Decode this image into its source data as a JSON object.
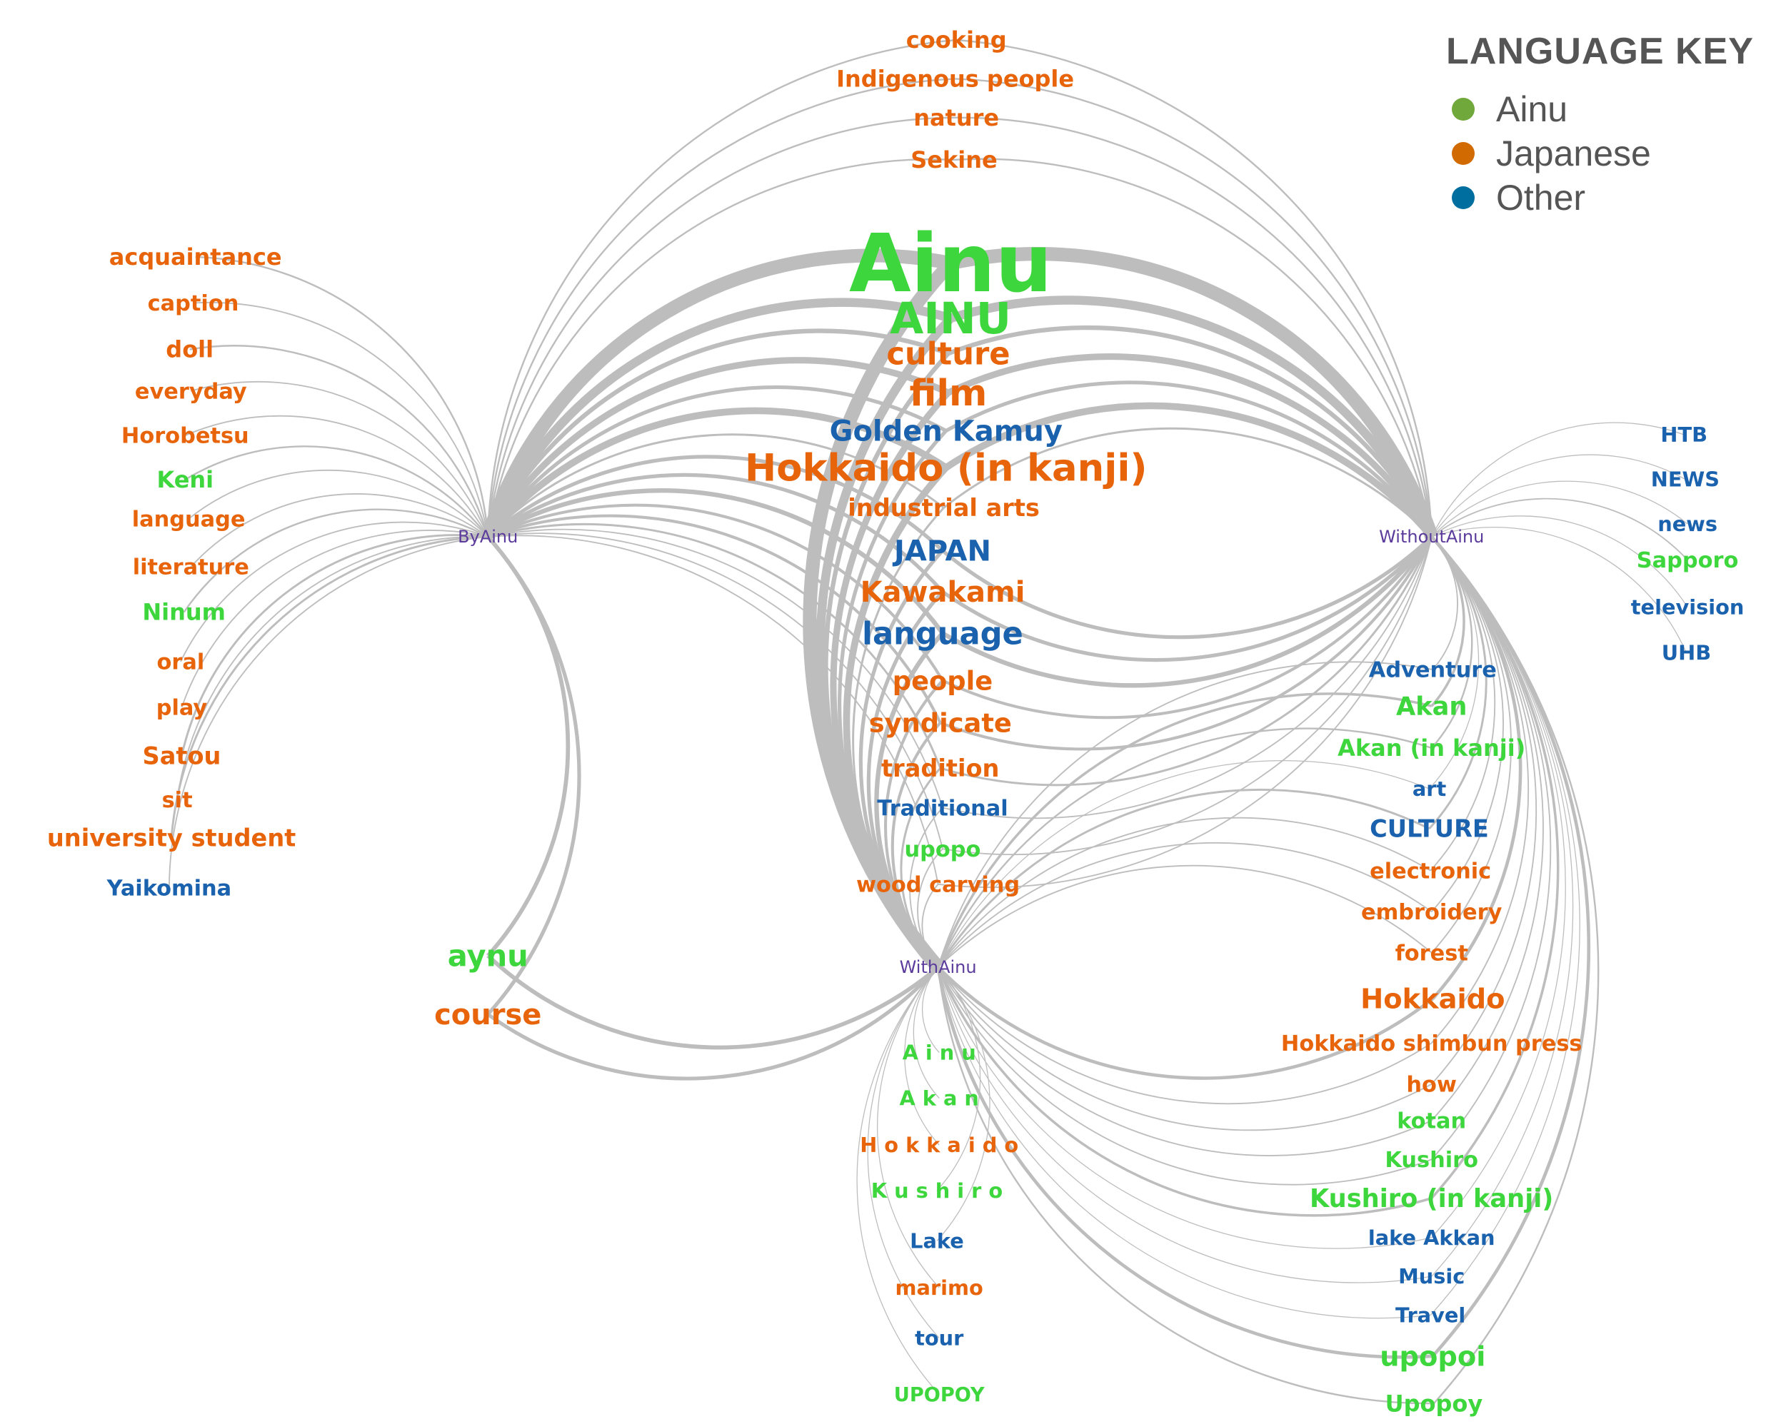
{
  "legend": {
    "title": "LANGUAGE KEY",
    "items": [
      {
        "label": "Ainu",
        "color": "#70a83c"
      },
      {
        "label": "Japanese",
        "color": "#d16a00"
      },
      {
        "label": "Other",
        "color": "#006e9e"
      }
    ]
  },
  "colors": {
    "Ainu": "#3dd63d",
    "Japanese": "#e8640a",
    "Other": "#1a62ad",
    "edge": "#bdbdbd"
  },
  "hubs": [
    "ByAinu",
    "WithoutAinu",
    "WithAinu"
  ],
  "nodes": [
    {
      "label": "cooking",
      "lang": "Japanese",
      "hubs": [
        0,
        1
      ]
    },
    {
      "label": "Indigenous people",
      "lang": "Japanese",
      "hubs": [
        0,
        1
      ]
    },
    {
      "label": "nature",
      "lang": "Japanese",
      "hubs": [
        0,
        1
      ]
    },
    {
      "label": "Sekine",
      "lang": "Japanese",
      "hubs": [
        0,
        1
      ]
    },
    {
      "label": "Ainu",
      "lang": "Ainu",
      "hubs": [
        0,
        1,
        2
      ]
    },
    {
      "label": "AINU",
      "lang": "Ainu",
      "hubs": [
        0,
        1,
        2
      ]
    },
    {
      "label": "culture",
      "lang": "Japanese",
      "hubs": [
        0,
        1,
        2
      ]
    },
    {
      "label": "film",
      "lang": "Japanese",
      "hubs": [
        0,
        1,
        2
      ]
    },
    {
      "label": "Golden Kamuy",
      "lang": "Other",
      "hubs": [
        0,
        1,
        2
      ]
    },
    {
      "label": "Hokkaido (in kanji)",
      "lang": "Japanese",
      "hubs": [
        0,
        1,
        2
      ]
    },
    {
      "label": "industrial arts",
      "lang": "Japanese",
      "hubs": [
        0,
        1,
        2
      ]
    },
    {
      "label": "JAPAN",
      "lang": "Other",
      "hubs": [
        0,
        1,
        2
      ]
    },
    {
      "label": "Kawakami",
      "lang": "Japanese",
      "hubs": [
        0,
        1,
        2
      ]
    },
    {
      "label": "language",
      "lang": "Other",
      "hubs": [
        0,
        1,
        2
      ]
    },
    {
      "label": "people",
      "lang": "Japanese",
      "hubs": [
        0,
        1,
        2
      ]
    },
    {
      "label": "syndicate",
      "lang": "Japanese",
      "hubs": [
        0,
        1,
        2
      ]
    },
    {
      "label": "tradition",
      "lang": "Japanese",
      "hubs": [
        0,
        1,
        2
      ]
    },
    {
      "label": "Traditional",
      "lang": "Other",
      "hubs": [
        0,
        1,
        2
      ]
    },
    {
      "label": "upopo",
      "lang": "Ainu",
      "hubs": [
        0,
        1,
        2
      ]
    },
    {
      "label": "wood carving",
      "lang": "Japanese",
      "hubs": [
        0,
        1,
        2
      ]
    },
    {
      "label": "acquaintance",
      "lang": "Japanese",
      "hubs": [
        0
      ]
    },
    {
      "label": "caption",
      "lang": "Japanese",
      "hubs": [
        0
      ]
    },
    {
      "label": "doll",
      "lang": "Japanese",
      "hubs": [
        0
      ]
    },
    {
      "label": "everyday",
      "lang": "Japanese",
      "hubs": [
        0
      ]
    },
    {
      "label": "Horobetsu",
      "lang": "Japanese",
      "hubs": [
        0
      ]
    },
    {
      "label": "Keni",
      "lang": "Ainu",
      "hubs": [
        0
      ]
    },
    {
      "label": "language",
      "lang": "Japanese",
      "hubs": [
        0
      ]
    },
    {
      "label": "literature",
      "lang": "Japanese",
      "hubs": [
        0
      ]
    },
    {
      "label": "Ninum",
      "lang": "Ainu",
      "hubs": [
        0
      ]
    },
    {
      "label": "oral",
      "lang": "Japanese",
      "hubs": [
        0
      ]
    },
    {
      "label": "play",
      "lang": "Japanese",
      "hubs": [
        0
      ]
    },
    {
      "label": "Satou",
      "lang": "Japanese",
      "hubs": [
        0
      ]
    },
    {
      "label": "sit",
      "lang": "Japanese",
      "hubs": [
        0
      ]
    },
    {
      "label": "university student",
      "lang": "Japanese",
      "hubs": [
        0
      ]
    },
    {
      "label": "Yaikomina",
      "lang": "Other",
      "hubs": [
        0
      ]
    },
    {
      "label": "aynu",
      "lang": "Ainu",
      "hubs": [
        0,
        2
      ]
    },
    {
      "label": "course",
      "lang": "Japanese",
      "hubs": [
        0,
        2
      ]
    },
    {
      "label": "HTB",
      "lang": "Other",
      "hubs": [
        1
      ]
    },
    {
      "label": "NEWS",
      "lang": "Other",
      "hubs": [
        1
      ]
    },
    {
      "label": "news",
      "lang": "Other",
      "hubs": [
        1
      ]
    },
    {
      "label": "Sapporo",
      "lang": "Ainu",
      "hubs": [
        1
      ]
    },
    {
      "label": "television",
      "lang": "Other",
      "hubs": [
        1
      ]
    },
    {
      "label": "UHB",
      "lang": "Other",
      "hubs": [
        1
      ]
    },
    {
      "label": "Adventure",
      "lang": "Other",
      "hubs": [
        1,
        2
      ]
    },
    {
      "label": "Akan",
      "lang": "Ainu",
      "hubs": [
        1,
        2
      ]
    },
    {
      "label": "Akan (in kanji)",
      "lang": "Ainu",
      "hubs": [
        1,
        2
      ]
    },
    {
      "label": "art",
      "lang": "Other",
      "hubs": [
        1,
        2
      ]
    },
    {
      "label": "CULTURE",
      "lang": "Other",
      "hubs": [
        1,
        2
      ]
    },
    {
      "label": "electronic",
      "lang": "Japanese",
      "hubs": [
        1,
        2
      ]
    },
    {
      "label": "embroidery",
      "lang": "Japanese",
      "hubs": [
        1,
        2
      ]
    },
    {
      "label": "forest",
      "lang": "Japanese",
      "hubs": [
        1,
        2
      ]
    },
    {
      "label": "Hokkaido",
      "lang": "Japanese",
      "hubs": [
        1,
        2
      ]
    },
    {
      "label": "Hokkaido shimbun press",
      "lang": "Japanese",
      "hubs": [
        1,
        2
      ]
    },
    {
      "label": "how",
      "lang": "Japanese",
      "hubs": [
        1,
        2
      ]
    },
    {
      "label": "kotan",
      "lang": "Ainu",
      "hubs": [
        1,
        2
      ]
    },
    {
      "label": "Kushiro",
      "lang": "Ainu",
      "hubs": [
        1,
        2
      ]
    },
    {
      "label": "Kushiro (in kanji)",
      "lang": "Ainu",
      "hubs": [
        1,
        2
      ]
    },
    {
      "label": "lake Akkan",
      "lang": "Other",
      "hubs": [
        1,
        2
      ]
    },
    {
      "label": "Music",
      "lang": "Other",
      "hubs": [
        1,
        2
      ]
    },
    {
      "label": "Travel",
      "lang": "Other",
      "hubs": [
        1,
        2
      ]
    },
    {
      "label": "upopoi",
      "lang": "Ainu",
      "hubs": [
        1,
        2
      ]
    },
    {
      "label": "Upopoy",
      "lang": "Ainu",
      "hubs": [
        1,
        2
      ]
    },
    {
      "label": "A i n u",
      "lang": "Ainu",
      "hubs": [
        2
      ]
    },
    {
      "label": "A k a n",
      "lang": "Ainu",
      "hubs": [
        2
      ]
    },
    {
      "label": "H o k k a i d o",
      "lang": "Japanese",
      "hubs": [
        2
      ]
    },
    {
      "label": "K u s h i r o",
      "lang": "Ainu",
      "hubs": [
        2
      ]
    },
    {
      "label": "Lake",
      "lang": "Other",
      "hubs": [
        2
      ]
    },
    {
      "label": "marimo",
      "lang": "Japanese",
      "hubs": [
        2
      ]
    },
    {
      "label": "tour",
      "lang": "Other",
      "hubs": [
        2
      ]
    },
    {
      "label": "UPOPOY",
      "lang": "Ainu",
      "hubs": [
        2
      ]
    }
  ]
}
